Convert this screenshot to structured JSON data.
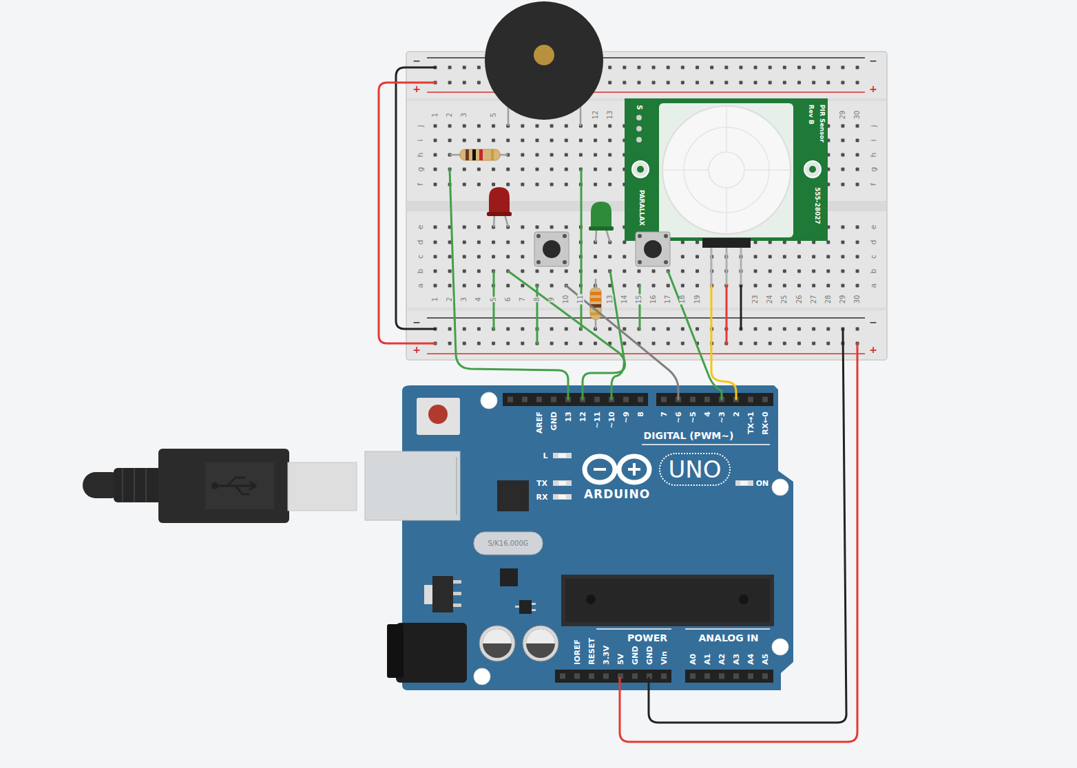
{
  "diagram": {
    "labels": [
      "−",
      "+",
      "−",
      "+",
      "−",
      "+",
      "−",
      "+",
      "1",
      "2",
      "3",
      "5",
      "12",
      "13",
      "29",
      "30",
      "1",
      "2",
      "3",
      "4",
      "5",
      "6",
      "7",
      "8",
      "9",
      "10",
      "11",
      "13",
      "14",
      "15",
      "16",
      "17",
      "18",
      "19",
      "23",
      "24",
      "25",
      "26",
      "27",
      "28",
      "29",
      "30",
      "j",
      "i",
      "h",
      "g",
      "f",
      "e",
      "d",
      "c",
      "b",
      "a",
      "j",
      "i",
      "h",
      "g",
      "f",
      "e",
      "d",
      "c",
      "b",
      "a",
      "S",
      "PIR Sensor",
      "Rev B",
      "PARALLAX",
      "555-28027",
      "AREF",
      "GND",
      "13",
      "12",
      "~11",
      "~10",
      "~9",
      "8",
      "7",
      "~6",
      "~5",
      "4",
      "~3",
      "2",
      "TX→1",
      "RX←0",
      "DIGITAL (PWM~)",
      "L",
      "TX",
      "RX",
      "ARDUINO",
      "UNO",
      "ON",
      "S/K16.000G",
      "POWER",
      "ANALOG IN",
      "IOREF",
      "RESET",
      "3.3V",
      "5V",
      "GND",
      "GND",
      "Vin",
      "A0",
      "A1",
      "A2",
      "A3",
      "A4",
      "A5"
    ]
  }
}
